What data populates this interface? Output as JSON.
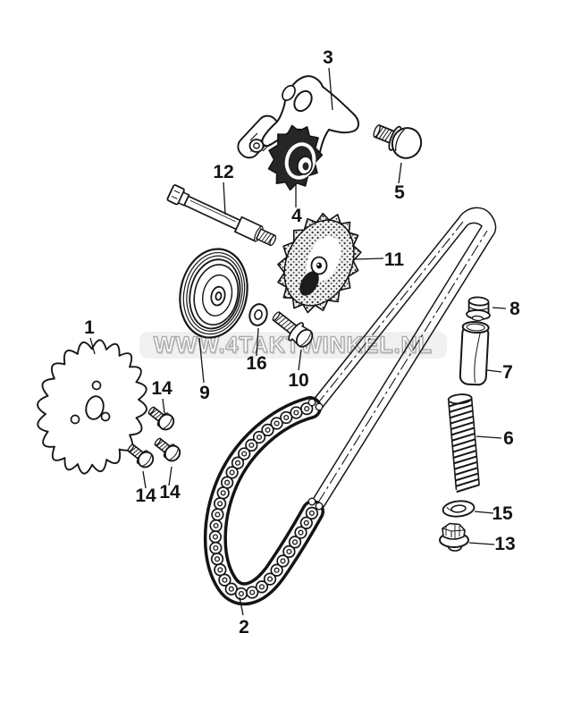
{
  "watermark": {
    "text": "WWW.4TAKTWINKEL.NL"
  },
  "labels": {
    "l1": "1",
    "l2": "2",
    "l3": "3",
    "l4": "4",
    "l5": "5",
    "l6": "6",
    "l7": "7",
    "l8": "8",
    "l9": "9",
    "l10": "10",
    "l11": "11",
    "l12": "12",
    "l13": "13",
    "l14a": "14",
    "l14b": "14",
    "l14c": "14",
    "l15": "15",
    "l16": "16"
  }
}
